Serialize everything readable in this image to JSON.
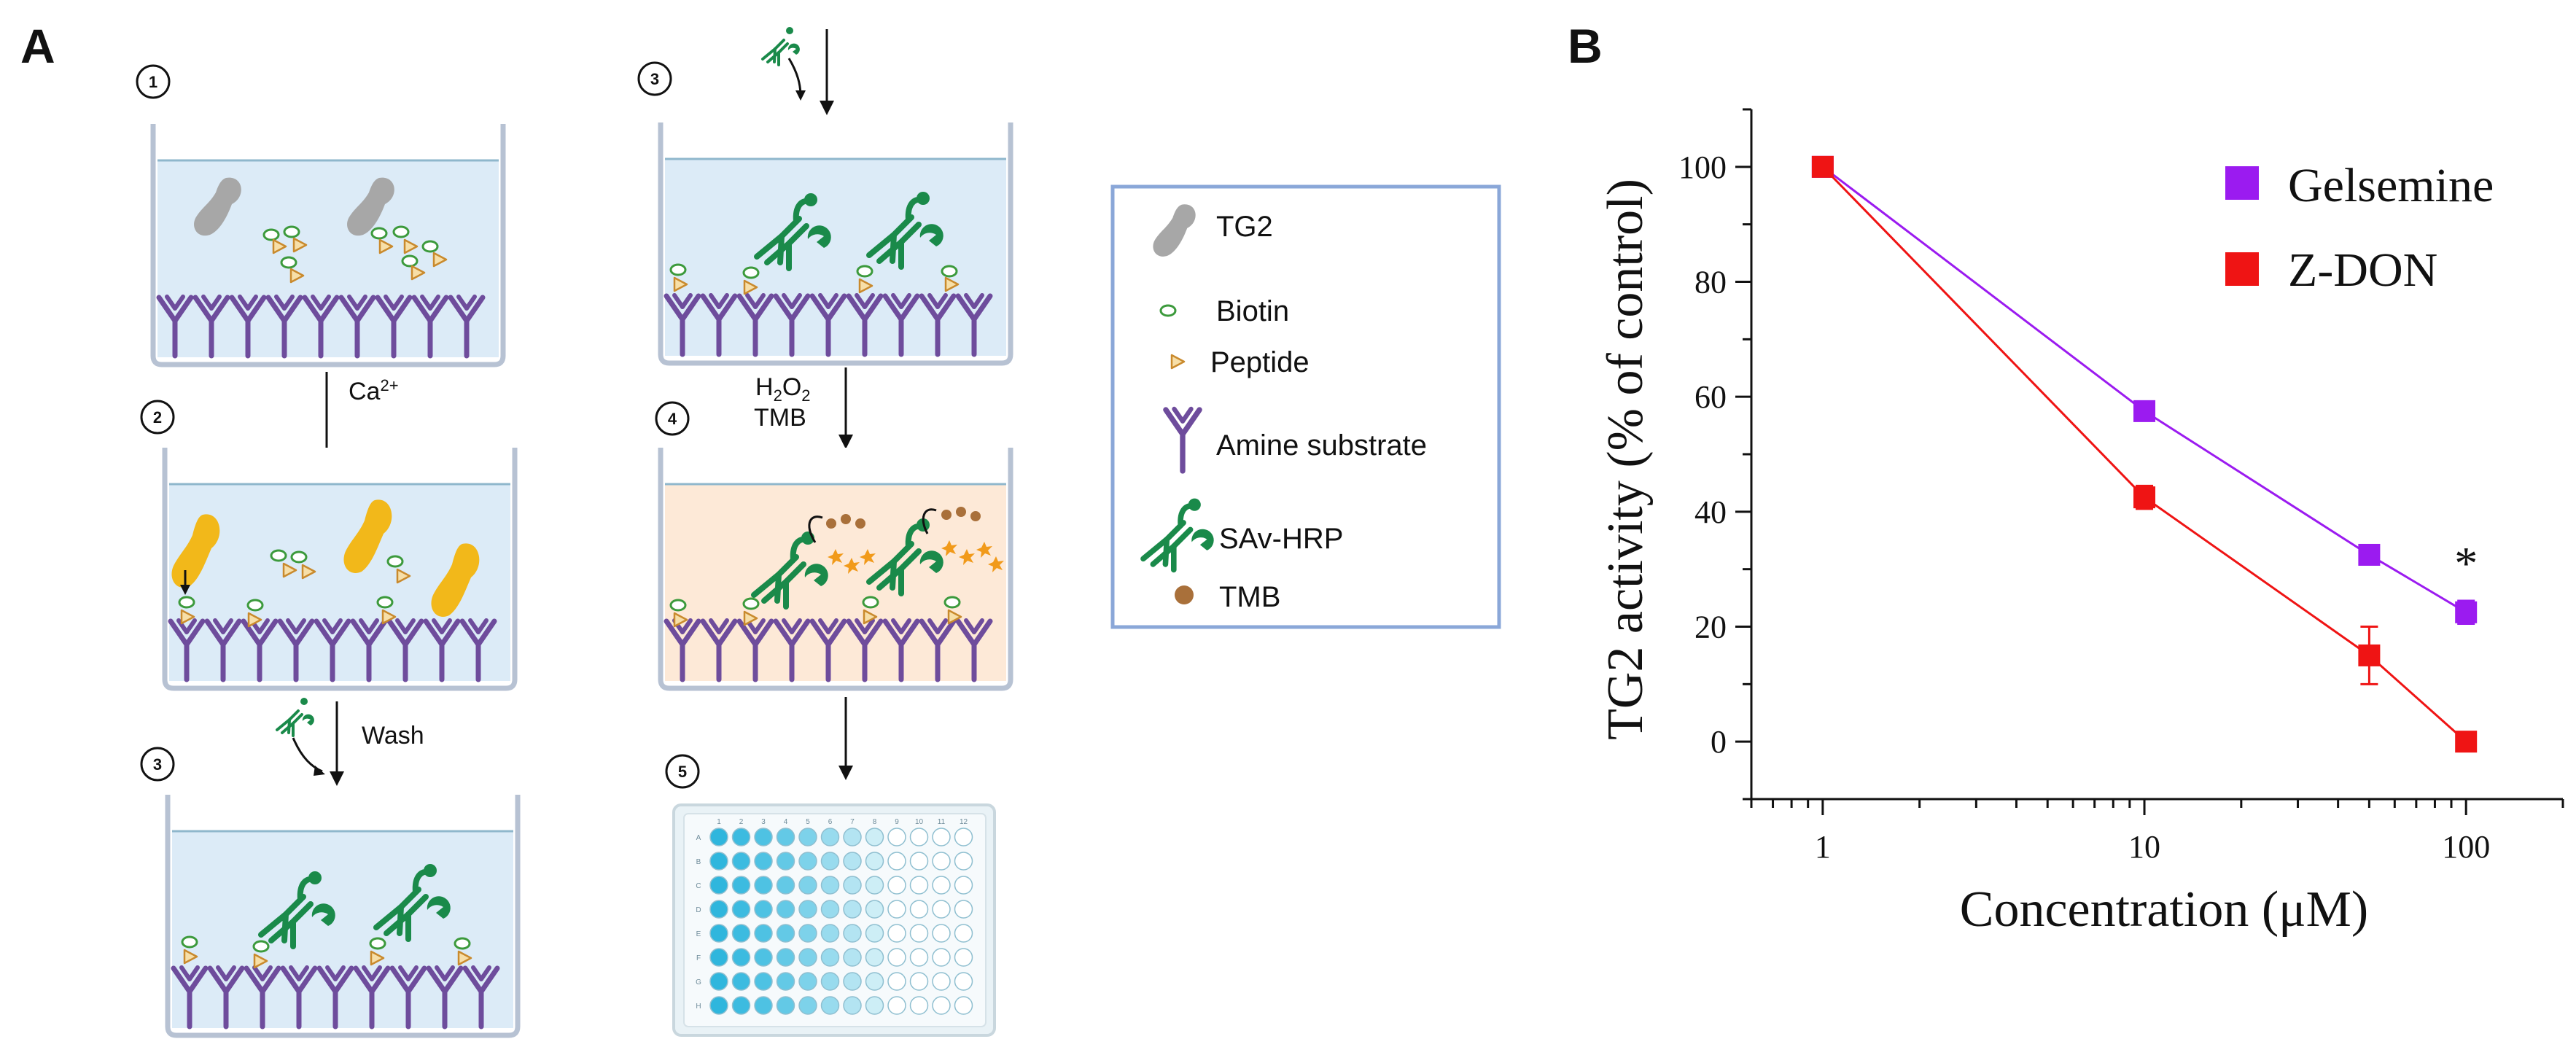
{
  "panels": {
    "a": "A",
    "b": "B"
  },
  "schematic": {
    "steps": [
      "1",
      "2",
      "3",
      "3",
      "4",
      "5"
    ],
    "arrow_labels": {
      "ca": "Ca",
      "ca_sup": "2+",
      "wash": "Wash",
      "h2o2": "H",
      "h2o2_sub1": "2",
      "h2o2_o": "O",
      "h2o2_sub2": "2",
      "tmb": "TMB"
    }
  },
  "legend": {
    "items": [
      {
        "icon": "tg2-icon",
        "label": "TG2"
      },
      {
        "icon": "biotin-icon",
        "label": "Biotin"
      },
      {
        "icon": "peptide-icon",
        "label": "Peptide"
      },
      {
        "icon": "amine-substrate-icon",
        "label": "Amine substrate"
      },
      {
        "icon": "sav-hrp-icon",
        "label": "SAv-HRP"
      },
      {
        "icon": "tmb-icon",
        "label": "TMB"
      }
    ]
  },
  "colors": {
    "well_liquid": "#dcebf7",
    "tmb_liquid": "#fde9d7",
    "amine": "#6e4c9c",
    "tg2_inactive": "#a7a7a7",
    "tg2_active": "#f2b81a",
    "sav_hrp": "#1a8a4a",
    "biotin": "#3c9a3c",
    "peptide": "#e39b3a",
    "tmb": "#a9703a",
    "gelsemine": "#9b1bf0",
    "zdon": "#ef1414"
  },
  "chart_data": {
    "type": "line",
    "xlabel": "Concentration (μM)",
    "ylabel": "TG2 activity (% of control)",
    "x_scale": "log",
    "xlim": [
      0.6,
      200
    ],
    "ylim": [
      -10,
      110
    ],
    "x_ticks": [
      "1",
      "10",
      "100"
    ],
    "y_ticks": [
      "0",
      "20",
      "40",
      "60",
      "80",
      "100"
    ],
    "legend_position": "top-right",
    "grid": false,
    "series": [
      {
        "name": "Gelsemine",
        "color": "#9b1bf0",
        "x": [
          1,
          10,
          50,
          100
        ],
        "y": [
          100,
          57.5,
          32.5,
          22.5
        ],
        "err": [
          0,
          1.5,
          1.5,
          2
        ]
      },
      {
        "name": "Z-DON",
        "color": "#ef1414",
        "x": [
          1,
          10,
          50,
          100
        ],
        "y": [
          100,
          42.5,
          15,
          0
        ],
        "err": [
          0,
          2,
          5,
          0
        ]
      }
    ],
    "annotations": [
      {
        "text": "*",
        "x": 100,
        "series": "Gelsemine"
      }
    ]
  }
}
